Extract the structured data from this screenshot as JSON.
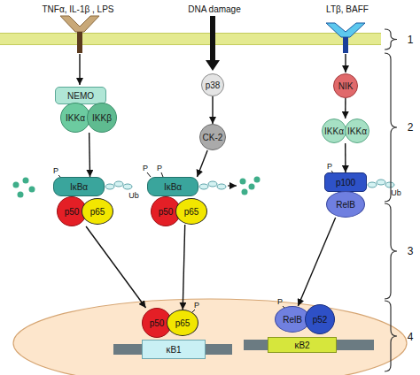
{
  "diagram": {
    "nodes": [
      {
        "text": [
          "NEMO"
        ]
      },
      {
        "text": [
          "IKKα"
        ]
      },
      {
        "text": [
          "IKKβ"
        ]
      },
      {
        "text": [
          "p38"
        ]
      },
      {
        "text": [
          "NIK"
        ]
      },
      {
        "text": [
          "CK-2"
        ]
      },
      {
        "text": [
          "IKKα"
        ]
      },
      {
        "text": [
          "IKKα"
        ]
      },
      {
        "text": [
          "IκBα"
        ]
      },
      {
        "text": [
          "IκBα"
        ]
      },
      {
        "text": [
          "p100"
        ]
      },
      {
        "text": [
          "p50"
        ]
      },
      {
        "text": [
          "p65"
        ]
      },
      {
        "text": [
          "p50"
        ]
      },
      {
        "text": [
          "p65"
        ]
      },
      {
        "text": [
          "RelB"
        ]
      },
      {
        "text": [
          "p50"
        ]
      },
      {
        "text": [
          "p65"
        ]
      },
      {
        "text": [
          "RelB"
        ]
      },
      {
        "text": [
          "p52"
        ]
      },
      {
        "text": [
          "κB1"
        ]
      },
      {
        "text": [
          "κB2"
        ]
      }
    ],
    "edges": [
      {
        "from": 1,
        "to": 8,
        "arrow": "to"
      },
      {
        "from": 3,
        "to": 5,
        "arrow": "to"
      },
      {
        "from": 5,
        "to": 9,
        "arrow": "to"
      },
      {
        "from": 4,
        "to": 6,
        "arrow": "to"
      },
      {
        "from": 6,
        "to": 10,
        "arrow": "to"
      },
      {
        "from": 11,
        "to": 16,
        "arrow": "to"
      },
      {
        "from": 14,
        "to": 17,
        "arrow": "to"
      },
      {
        "from": 15,
        "to": 18,
        "arrow": "to"
      }
    ],
    "labels": [
      "TNFα, IL-1β , LPS",
      "DNA damage",
      "LTβ, BAFF",
      "1",
      "2",
      "3",
      "4",
      "P",
      "P",
      "P",
      "P",
      "P",
      "P",
      "Ub",
      "Ub"
    ]
  }
}
